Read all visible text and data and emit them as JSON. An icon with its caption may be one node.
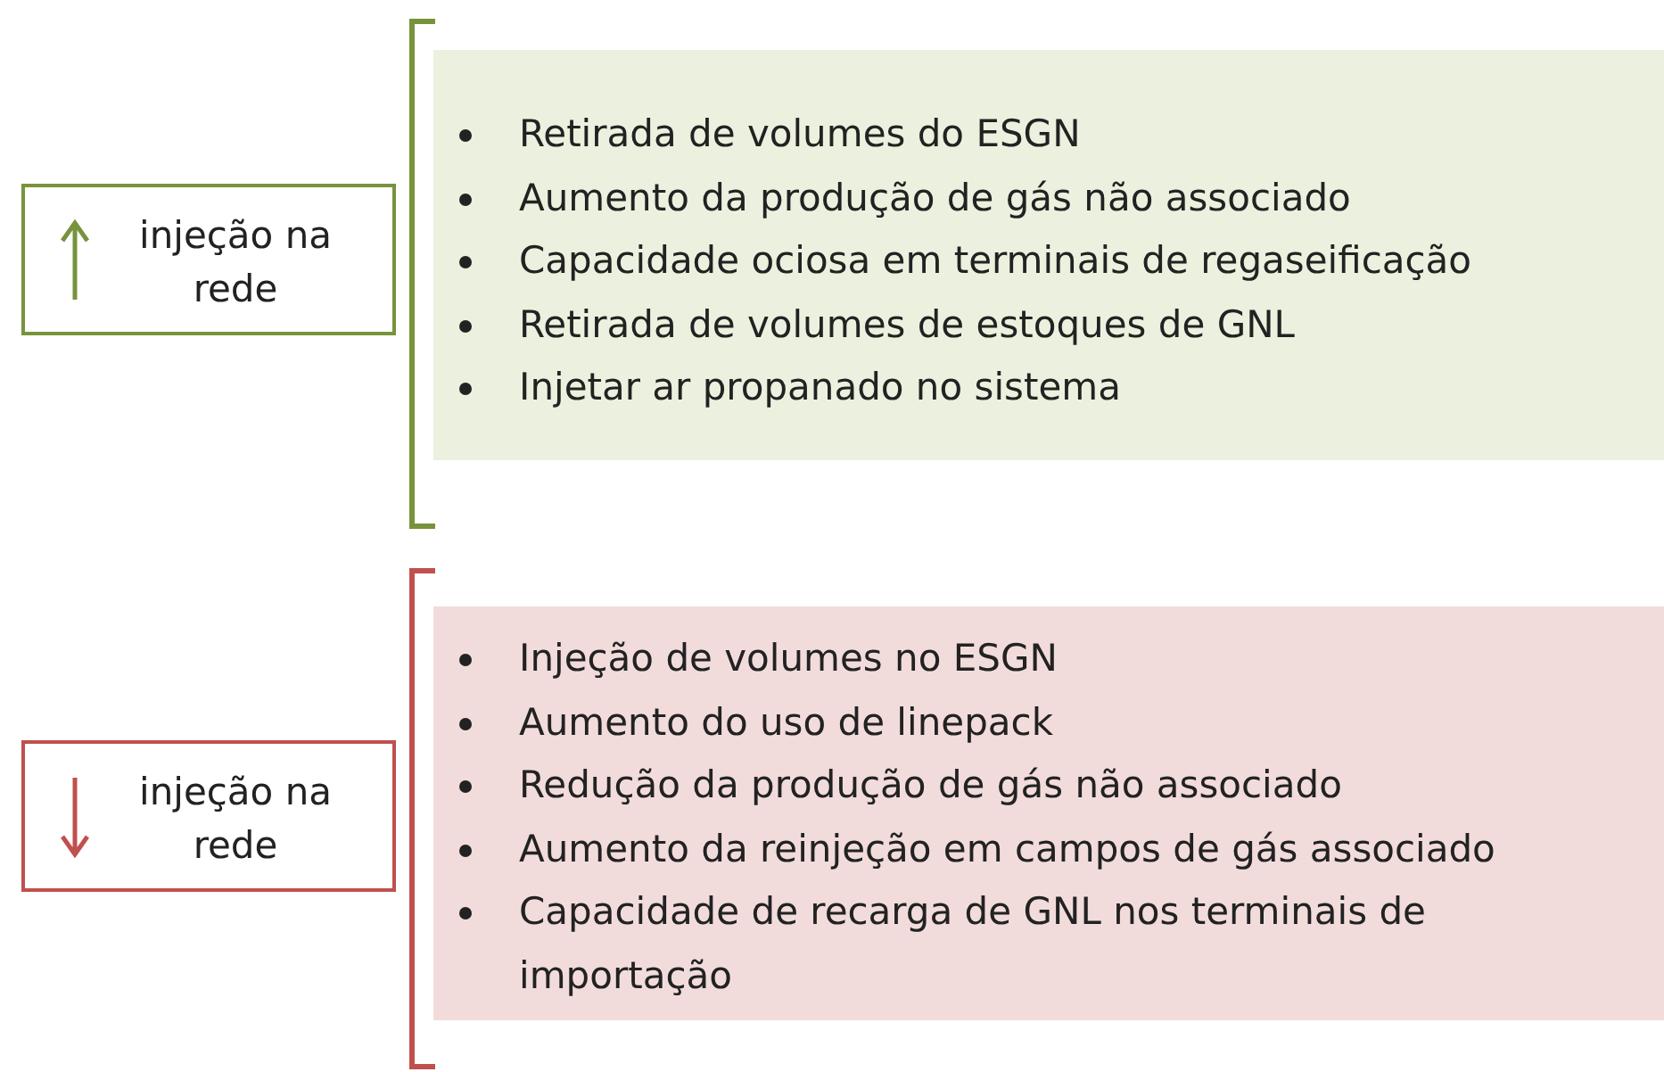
{
  "diagram": {
    "nodes": [
      {
        "text": [
          "injeção na rede"
        ]
      },
      {
        "text": [
          "Retirada de volumes do ESGN",
          "Aumento da produção de gás não associado",
          "Capacidade ociosa em terminais de regaseificação",
          "Retirada de volumes de estoques de GNL",
          "Injetar ar propanado no sistema"
        ]
      },
      {
        "text": [
          "injeção na rede"
        ]
      },
      {
        "text": [
          "Injeção de volumes no ESGN",
          "Aumento do uso de linepack",
          "Redução da produção de gás não associado",
          "Aumento da reinjeção em campos de gás associado",
          "Capacidade de recarga de GNL nos terminais de importação"
        ]
      }
    ]
  }
}
